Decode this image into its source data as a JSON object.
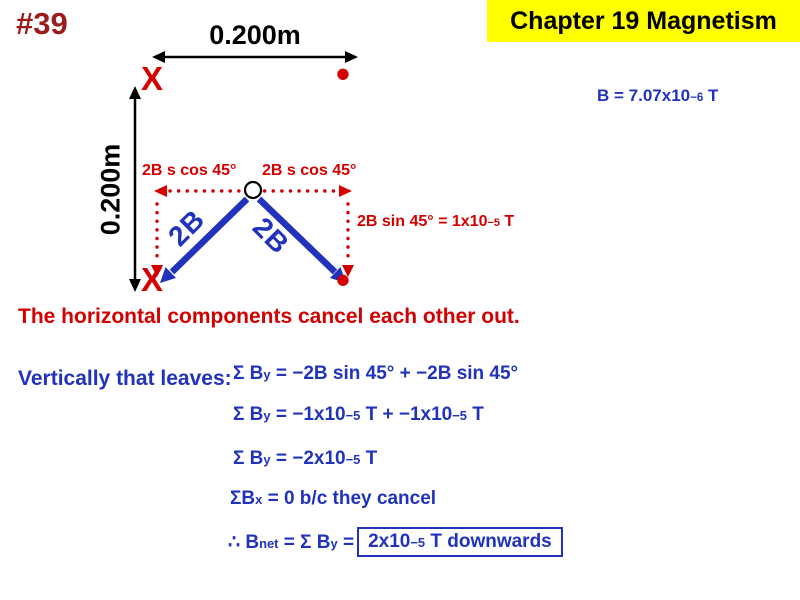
{
  "colors": {
    "banner_yellow": "#FFFF00",
    "problem_dark_red": "#9B1C1C",
    "diagram_red": "#D40000",
    "math_blue": "#2233BB"
  },
  "header": {
    "problem_number": "#39",
    "chapter_banner": "Chapter 19 Magnetism"
  },
  "diagram": {
    "width_label": "0.200m",
    "height_label": "0.200m",
    "wire_top_left": "X",
    "wire_top_right": "•",
    "wire_bottom_left": "X",
    "wire_bottom_right": "•",
    "cos_label_left": "2B s cos 45°",
    "cos_label_right": "2B s cos 45°",
    "arrow_label_2b": "2B",
    "sin_label": [
      {
        "t": "2B sin 45° = 1x10"
      },
      {
        "sup": "−5"
      },
      {
        "t": " T"
      }
    ],
    "b_value": [
      {
        "t": "B = 7.07x10"
      },
      {
        "sup": "−6"
      },
      {
        "t": " T"
      }
    ]
  },
  "notes": {
    "horizontal_cancel": "The horizontal components cancel each other out.",
    "vertical_intro": "Vertically that leaves:"
  },
  "equations": [
    {
      "name": "sum-by-sines",
      "segments": [
        {
          "t": "Σ B"
        },
        {
          "sub": "y"
        },
        {
          "t": " = −2B sin 45° + −2B sin 45°"
        }
      ]
    },
    {
      "name": "sum-by-values",
      "segments": [
        {
          "t": "Σ B"
        },
        {
          "sub": "y"
        },
        {
          "t": " = −1x10"
        },
        {
          "sup": "−5"
        },
        {
          "t": " T + −1x10"
        },
        {
          "sup": "−5"
        },
        {
          "t": " T"
        }
      ]
    },
    {
      "name": "sum-by-result",
      "segments": [
        {
          "t": "Σ B"
        },
        {
          "sub": "y"
        },
        {
          "t": " = −2x10"
        },
        {
          "sup": "−5"
        },
        {
          "t": " T"
        }
      ]
    },
    {
      "name": "sum-bx-zero",
      "segments": [
        {
          "t": "ΣB"
        },
        {
          "sub": "x"
        },
        {
          "t": " = 0 b/c they cancel"
        }
      ]
    }
  ],
  "conclusion": {
    "prefix": [
      {
        "t": "∴ B"
      },
      {
        "sub": "net"
      },
      {
        "t": " = Σ B"
      },
      {
        "sub": "y"
      },
      {
        "t": " = "
      }
    ],
    "boxed": [
      {
        "t": "2x10"
      },
      {
        "sup": "−5"
      },
      {
        "t": " T downwards"
      }
    ]
  }
}
